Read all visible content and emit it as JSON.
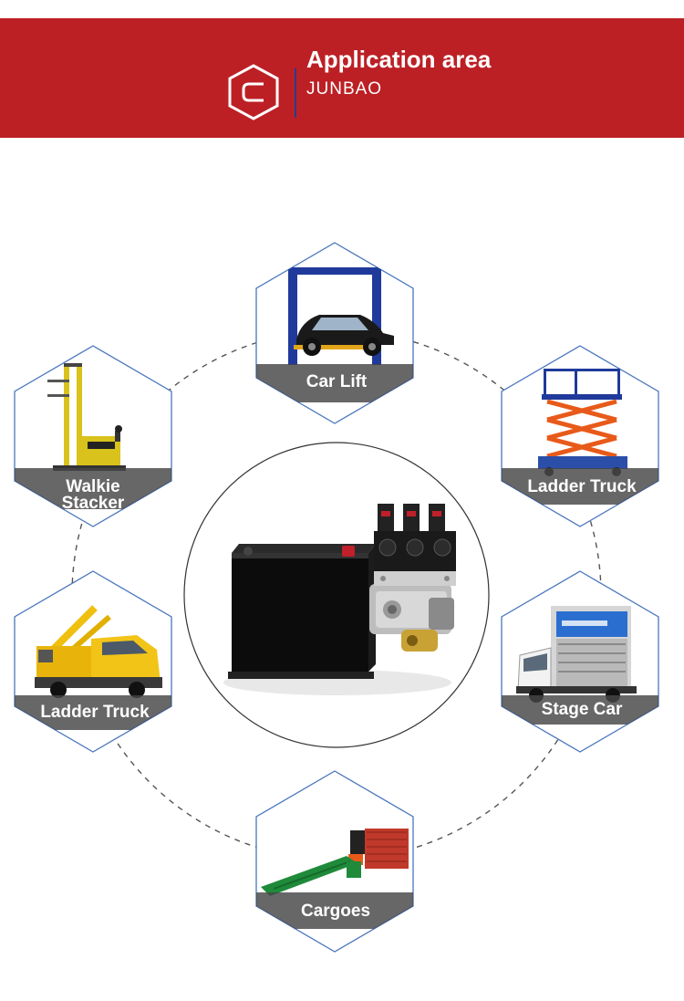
{
  "header": {
    "title": "Application area",
    "brand": "JUNBAO",
    "background": "#bc2025",
    "logo_icon": "hexagon-c-logo-icon"
  },
  "center": {
    "product": "hydraulic-power-unit-image"
  },
  "applications": [
    {
      "label": "Car Lift",
      "icon": "car-lift-image"
    },
    {
      "label": "Walkie\nStacker",
      "icon": "walkie-stacker-image"
    },
    {
      "label": "Ladder Truck",
      "icon": "scissor-lift-image"
    },
    {
      "label": "Ladder Truck",
      "icon": "boom-truck-image"
    },
    {
      "label": "Stage Car",
      "icon": "stage-car-image"
    },
    {
      "label": "Cargoes",
      "icon": "loading-ramp-image"
    }
  ],
  "colors": {
    "hex_border": "#4a76bd",
    "label_band": "rgba(70,70,70,0.82)"
  }
}
